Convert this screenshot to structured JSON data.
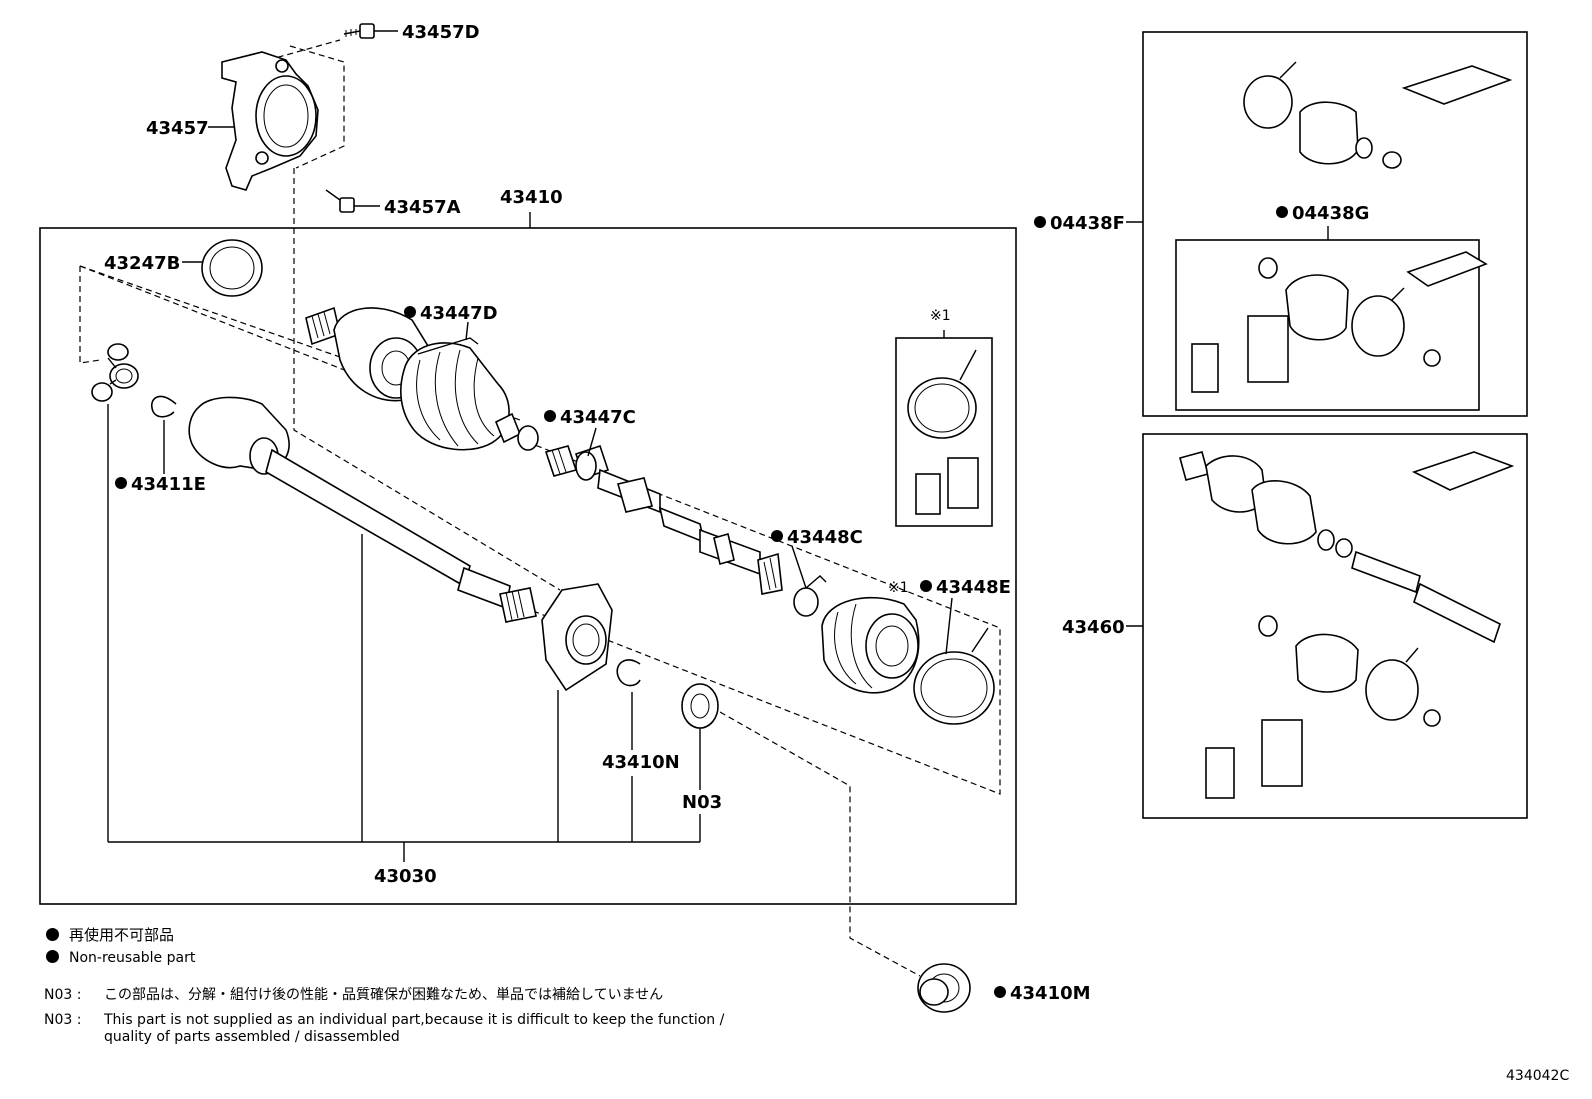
{
  "labels": {
    "p43457D": "43457D",
    "p43457": "43457",
    "p43457A": "43457A",
    "p43410": "43410",
    "p43247B": "43247B",
    "p43447D": "43447D",
    "p43447C": "43447C",
    "p43411E": "43411E",
    "p43448C": "43448C",
    "p43448E": "43448E",
    "p43410N": "43410N",
    "pN03": "N03",
    "p43030": "43030",
    "p43410M": "43410M",
    "p04438F": "04438F",
    "p04438G": "04438G",
    "p43460": "43460",
    "ref1": "※1",
    "ref1b": "※1"
  },
  "legend": {
    "jp": "再使用不可部品",
    "en": "Non-reusable part"
  },
  "notes": {
    "n03_code_jp": "N03 :",
    "n03_jp": "この部品は、分解・組付け後の性能・品質確保が困難なため、単品では補給していません",
    "n03_code_en": "N03 :",
    "n03_en_line1": "This part is not supplied as an individual part,because it is difficult to keep the function /",
    "n03_en_line2": "quality of parts assembled / disassembled"
  },
  "figure_id": "434042C"
}
